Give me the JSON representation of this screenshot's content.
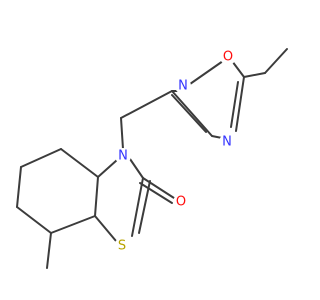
{
  "molecule": {
    "atoms": [
      {
        "label": "N",
        "color": "#3333ff"
      },
      {
        "label": "O",
        "color": "#ff0d0d"
      },
      {
        "label": "N",
        "color": "#3333ff"
      },
      {
        "label": "N",
        "color": "#3333ff"
      },
      {
        "label": "O",
        "color": "#ff0d0d"
      },
      {
        "label": "S",
        "color": "#b8a300"
      }
    ],
    "bond_color": "#3c3c3c",
    "background": "#ffffff"
  }
}
